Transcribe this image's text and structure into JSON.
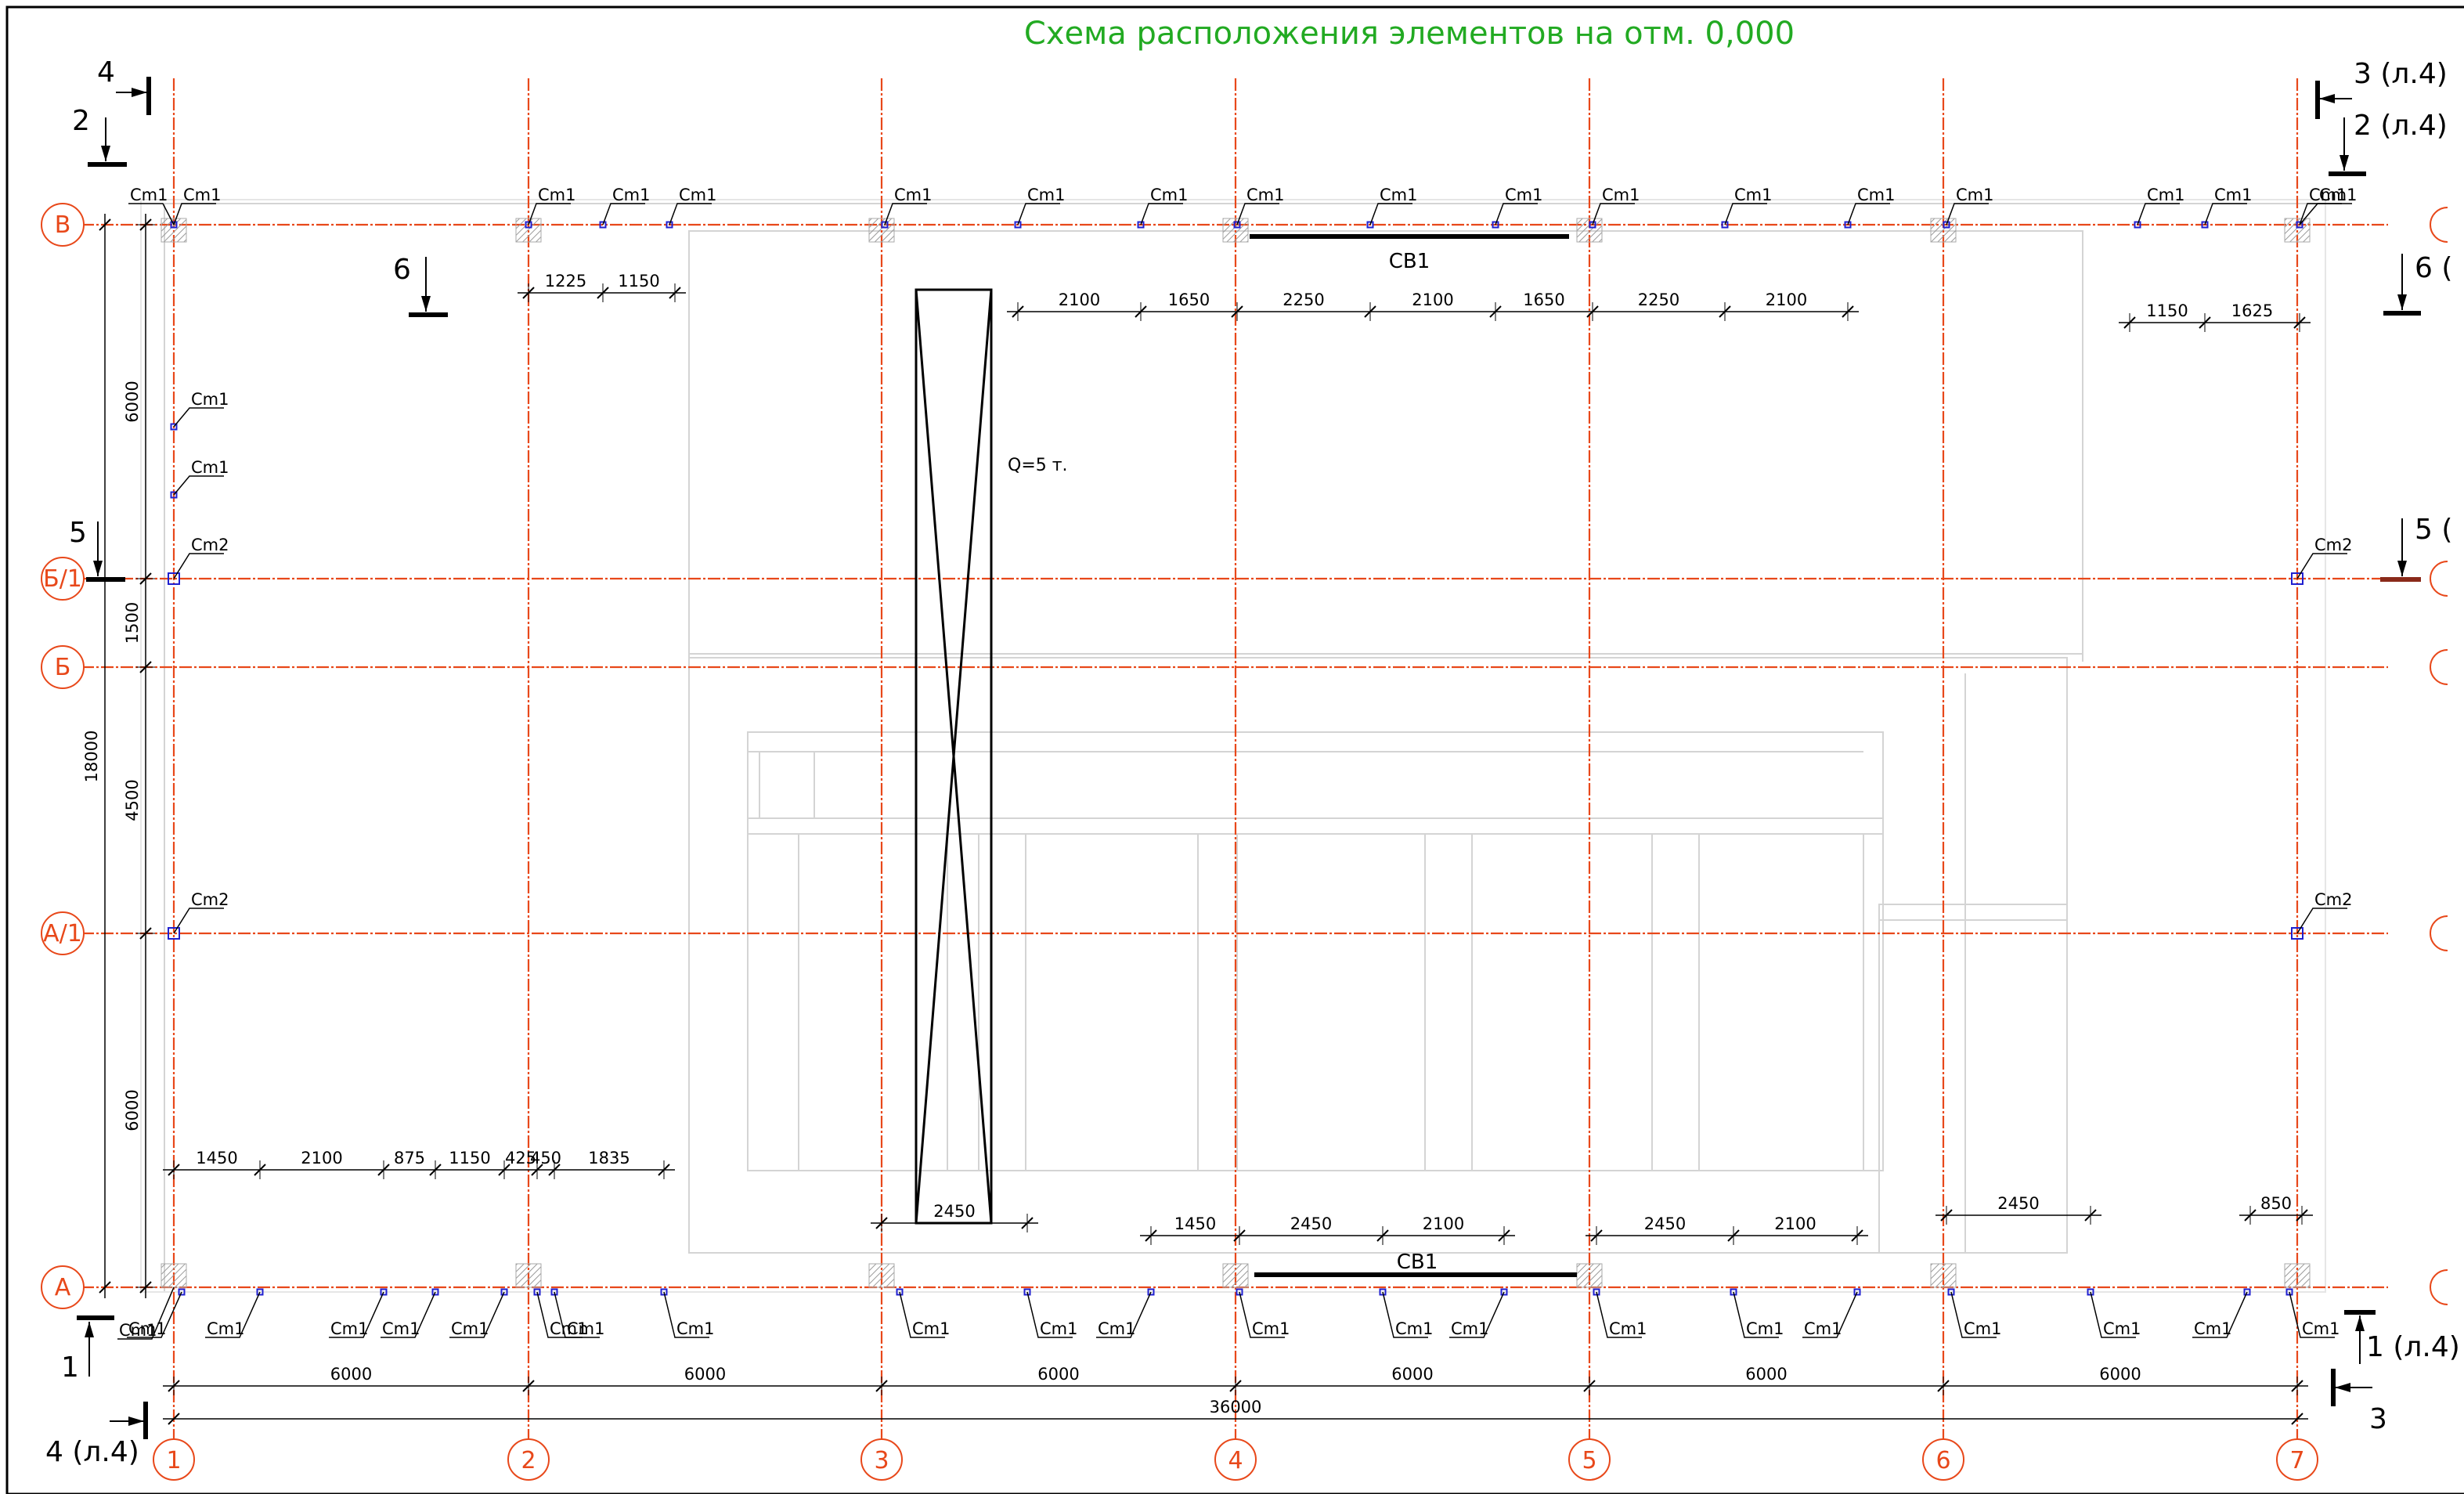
{
  "drawing": {
    "title": "Схема расположения элементов на отм. 0,000",
    "colors": {
      "grid": "#e8481a",
      "title": "#22aa22",
      "load_text": "#1e1edc",
      "markers": "#2020d0"
    },
    "axes": {
      "vertical": [
        "1",
        "2",
        "3",
        "4",
        "5",
        "6",
        "7"
      ],
      "horizontal": [
        "В",
        "Б/1",
        "Б",
        "А/1",
        "А"
      ]
    },
    "sections": {
      "s4_top": "4",
      "s2_top": "2",
      "s6_left": "6",
      "s5_left": "5",
      "s1_bottom": "1",
      "s4_bottom": "4 (л.4)",
      "s3_top_right": "3 (л.4)",
      "s2_top_right": "2 (л.4)",
      "s6_right": "6 (",
      "s5_right": "5 (",
      "s1_right": "1 (л.4)",
      "s3_bottom_right": "3"
    },
    "labels": {
      "cm1": "Cm1",
      "cm2": "Cm2",
      "sv1_top": "СВ1",
      "sv1_bottom": "СВ1",
      "load": "Q=5 т."
    },
    "dims": {
      "bottom_spans": [
        "6000",
        "6000",
        "6000",
        "6000",
        "6000",
        "6000"
      ],
      "total_width": "36000",
      "total_height": "18000",
      "left_segments": [
        "6000",
        "1500",
        "4500",
        "6000"
      ],
      "top_row_a": [
        "1225",
        "1150"
      ],
      "top_row_b": [
        "2100",
        "1650",
        "2250",
        "2100",
        "1650",
        "2250",
        "2100"
      ],
      "top_row_c": [
        "1150",
        "1625"
      ],
      "bottom_row_a": [
        "1450",
        "2100",
        "875",
        "1150",
        "425",
        "450",
        "1835"
      ],
      "bottom_row_b": [
        "2450"
      ],
      "bottom_row_c": [
        "1450",
        "2450",
        "2100"
      ],
      "bottom_row_d": [
        "2450",
        "2100"
      ],
      "bottom_row_e": [
        "2450"
      ],
      "bottom_row_f": [
        "850"
      ]
    }
  }
}
